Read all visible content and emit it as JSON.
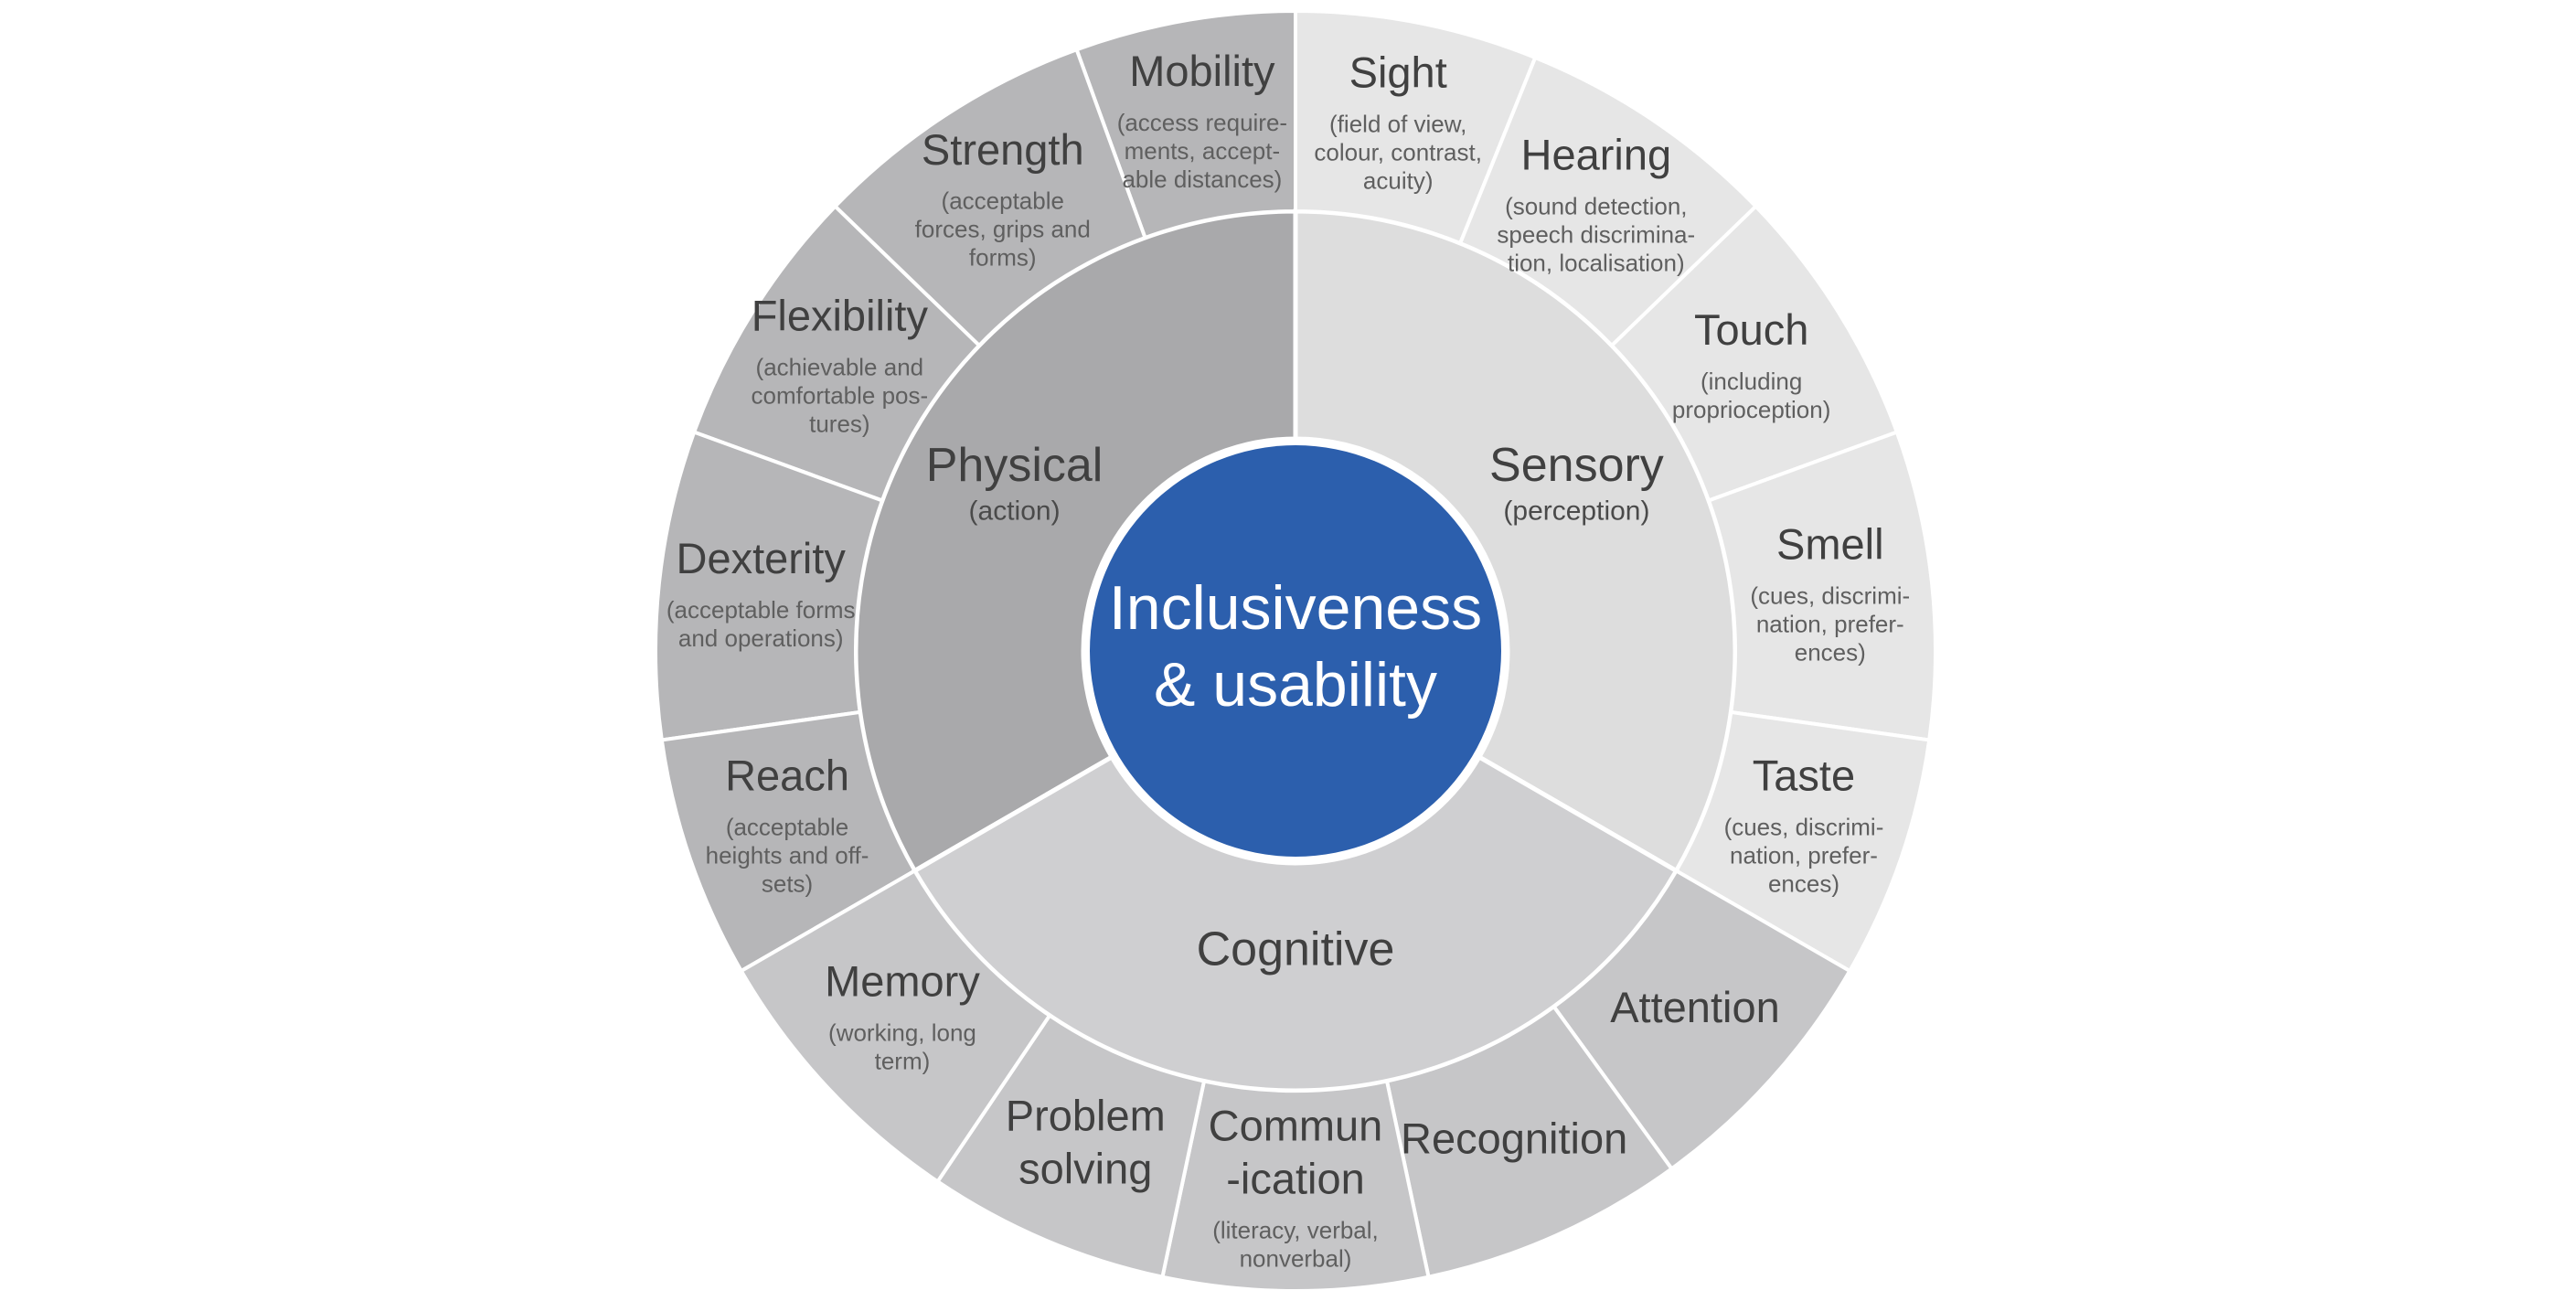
{
  "center": {
    "lines": [
      "Inclusiveness",
      "& usability"
    ],
    "color": "#2c5fad"
  },
  "colors": {
    "physical_inner": "#a9a9ab",
    "physical_outer": "#b6b6b8",
    "sensory_inner": "#dddddd",
    "sensory_outer": "#e6e6e6",
    "cognitive_inner": "#cfcfd1",
    "cognitive_outer": "#c6c6c8",
    "divider": "#ffffff"
  },
  "groups": [
    {
      "key": "physical",
      "title": "Physical",
      "subtitle": "(action)",
      "segments": [
        {
          "title": "Mobility",
          "desc": [
            "(access require-",
            "ments, accept-",
            "able distances)"
          ]
        },
        {
          "title": "Strength",
          "desc": [
            "(acceptable",
            "forces, grips and",
            "forms)"
          ]
        },
        {
          "title": "Flexibility",
          "desc": [
            "(achievable and",
            "comfortable pos-",
            "tures)"
          ]
        },
        {
          "title": "Dexterity",
          "desc": [
            "(acceptable forms",
            "and operations)"
          ]
        },
        {
          "title": "Reach",
          "desc": [
            "(acceptable",
            "heights and off-",
            "sets)"
          ]
        }
      ]
    },
    {
      "key": "sensory",
      "title": "Sensory",
      "subtitle": "(perception)",
      "segments": [
        {
          "title": "Sight",
          "desc": [
            "(field of view,",
            "colour, contrast,",
            "acuity)"
          ]
        },
        {
          "title": "Hearing",
          "desc": [
            "(sound detection,",
            "speech discrimina-",
            "tion, localisation)"
          ]
        },
        {
          "title": "Touch",
          "desc": [
            "(including",
            "proprioception)"
          ]
        },
        {
          "title": "Smell",
          "desc": [
            "(cues, discrimi-",
            "nation, prefer-",
            "ences)"
          ]
        },
        {
          "title": "Taste",
          "desc": [
            "(cues, discrimi-",
            "nation, prefer-",
            "ences)"
          ]
        }
      ]
    },
    {
      "key": "cognitive",
      "title": "Cognitive",
      "subtitle": "",
      "segments": [
        {
          "title": "Attention",
          "desc": []
        },
        {
          "title": "Recognition",
          "desc": []
        },
        {
          "title": "Commun\n-ication",
          "desc": [
            "(literacy, verbal,",
            "nonverbal)"
          ]
        },
        {
          "title": "Problem\nsolving",
          "desc": []
        },
        {
          "title": "Memory",
          "desc": [
            "(working, long",
            "term)"
          ]
        }
      ]
    }
  ]
}
